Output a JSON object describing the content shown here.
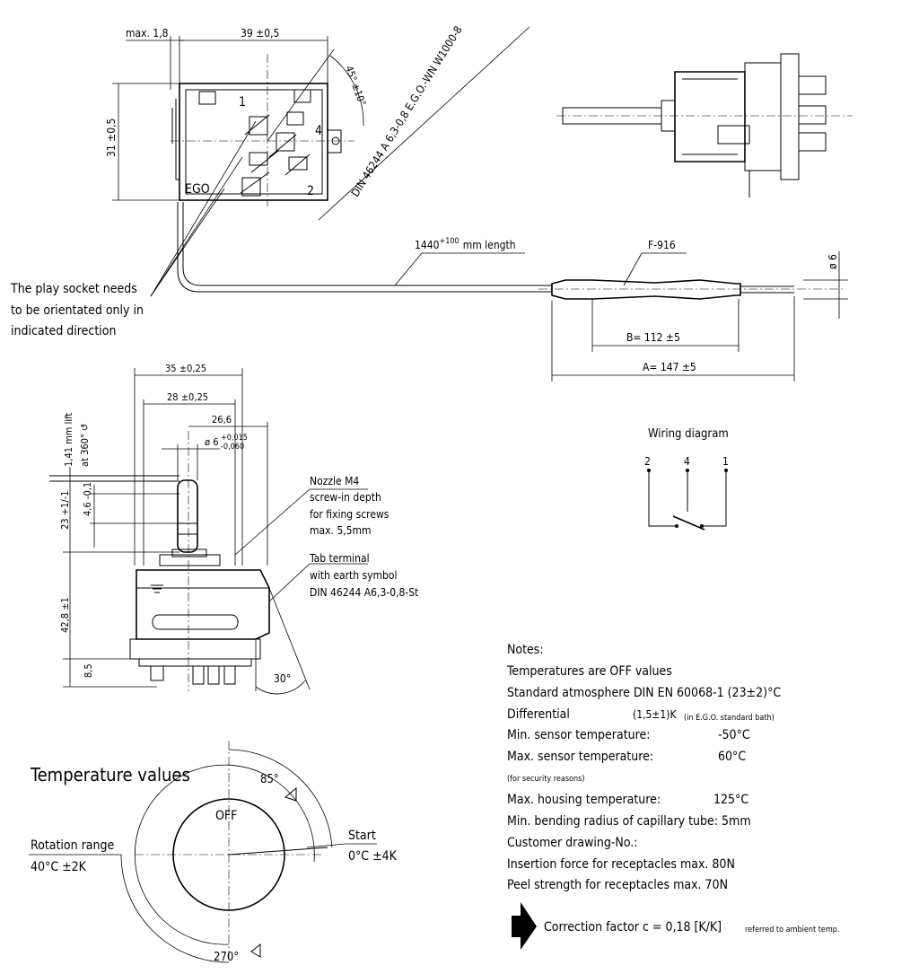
{
  "top_view": {
    "max_label": "max. 1,8",
    "width_label": "39 ±0,5",
    "height_label": "31 ±0,5",
    "angle_label": "45° ±10°",
    "din_label": "DIN 46244 A 6,3-0,8 E.G.O.-WN W1000-8",
    "terminal_1": "1",
    "terminal_4": "4",
    "terminal_2": "2",
    "brand": "EGO"
  },
  "capillary": {
    "length_label": "1440",
    "length_sup": "+100",
    "length_unit": "mm length",
    "sensor_label": "F-916",
    "diameter_label": "ø 6",
    "b_label": "B= 112 ±5",
    "a_label": "A= 147 ±5"
  },
  "socket_note": {
    "line1": "The play socket needs",
    "line2": "to be orientated only in",
    "line3": "indicated direction"
  },
  "side_view": {
    "dim_35": "35 ±0,25",
    "dim_28": "28 ±0,25",
    "dim_266": "26,6",
    "dim_shaft": "ø 6",
    "dim_shaft_tol_top": "+0,015",
    "dim_shaft_tol_bot": "-0,060",
    "lift_label": "1,41 mm lift",
    "lift_label2": "at 360° ↺",
    "dim_23": "23 +1/-1",
    "dim_46": "4,6 -0,1",
    "dim_428": "42,8 ±1",
    "dim_85": "8,5",
    "angle_30": "30°"
  },
  "side_notes": {
    "nozzle_title": "Nozzle M4",
    "nozzle_l1": "screw-in depth",
    "nozzle_l2": "for fixing screws",
    "nozzle_l3": "max. 5,5mm",
    "tab_title": "Tab terminal",
    "tab_l1": "with earth symbol",
    "tab_l2": "DIN 46244 A6,3-0,8-St"
  },
  "wiring": {
    "title": "Wiring diagram",
    "t2": "2",
    "t4": "4",
    "t1": "1"
  },
  "notes": {
    "title": "Notes:",
    "l1": "Temperatures are OFF values",
    "l2": "Standard atmosphere DIN EN 60068-1 (23±2)°C",
    "l3a": "Differential",
    "l3b": "(1,5±1)K",
    "l3c": "(in E.G.O. standard bath)",
    "l4a": "Min. sensor temperature:",
    "l4b": "-50°C",
    "l5a": "Max. sensor temperature:",
    "l5b": "60°C",
    "l6": "(for security reasons)",
    "l7a": "Max. housing temperature:",
    "l7b": "125°C",
    "l8": "Min. bending radius of capillary tube: 5mm",
    "l9": "Customer drawing-No.:",
    "l10": "Insertion force for receptacles max. 80N",
    "l11": "Peel strength for receptacles max.  70N",
    "corr_a": "Correction factor c  =  0,18  [K/K]",
    "corr_b": "referred to ambient temp."
  },
  "temperature": {
    "title": "Temperature values",
    "off": "OFF",
    "angle_85": "85°",
    "angle_270": "270°",
    "start_title": "Start",
    "start_value": "0°C ±4K",
    "range_title": "Rotation range",
    "range_value": "40°C ±2K"
  }
}
